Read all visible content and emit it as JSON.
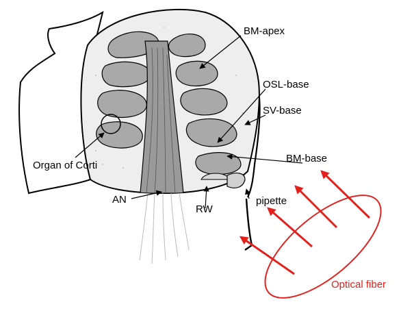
{
  "labels": {
    "bm_apex": "BM-apex",
    "osl_base": "OSL-base",
    "sv_base": "SV-base",
    "bm_base": "BM-base",
    "organ_of_corti": "Organ of Corti",
    "an": "AN",
    "rw": "RW",
    "pipette": "pipette",
    "optical_fiber": "Optical fiber"
  },
  "colors": {
    "outline": "#000000",
    "tissue_fill": "#eeeeee",
    "chamber_fill": "#a9a9a9",
    "nerve_fill": "#9a9a9a",
    "fiber": "#e3201b"
  }
}
